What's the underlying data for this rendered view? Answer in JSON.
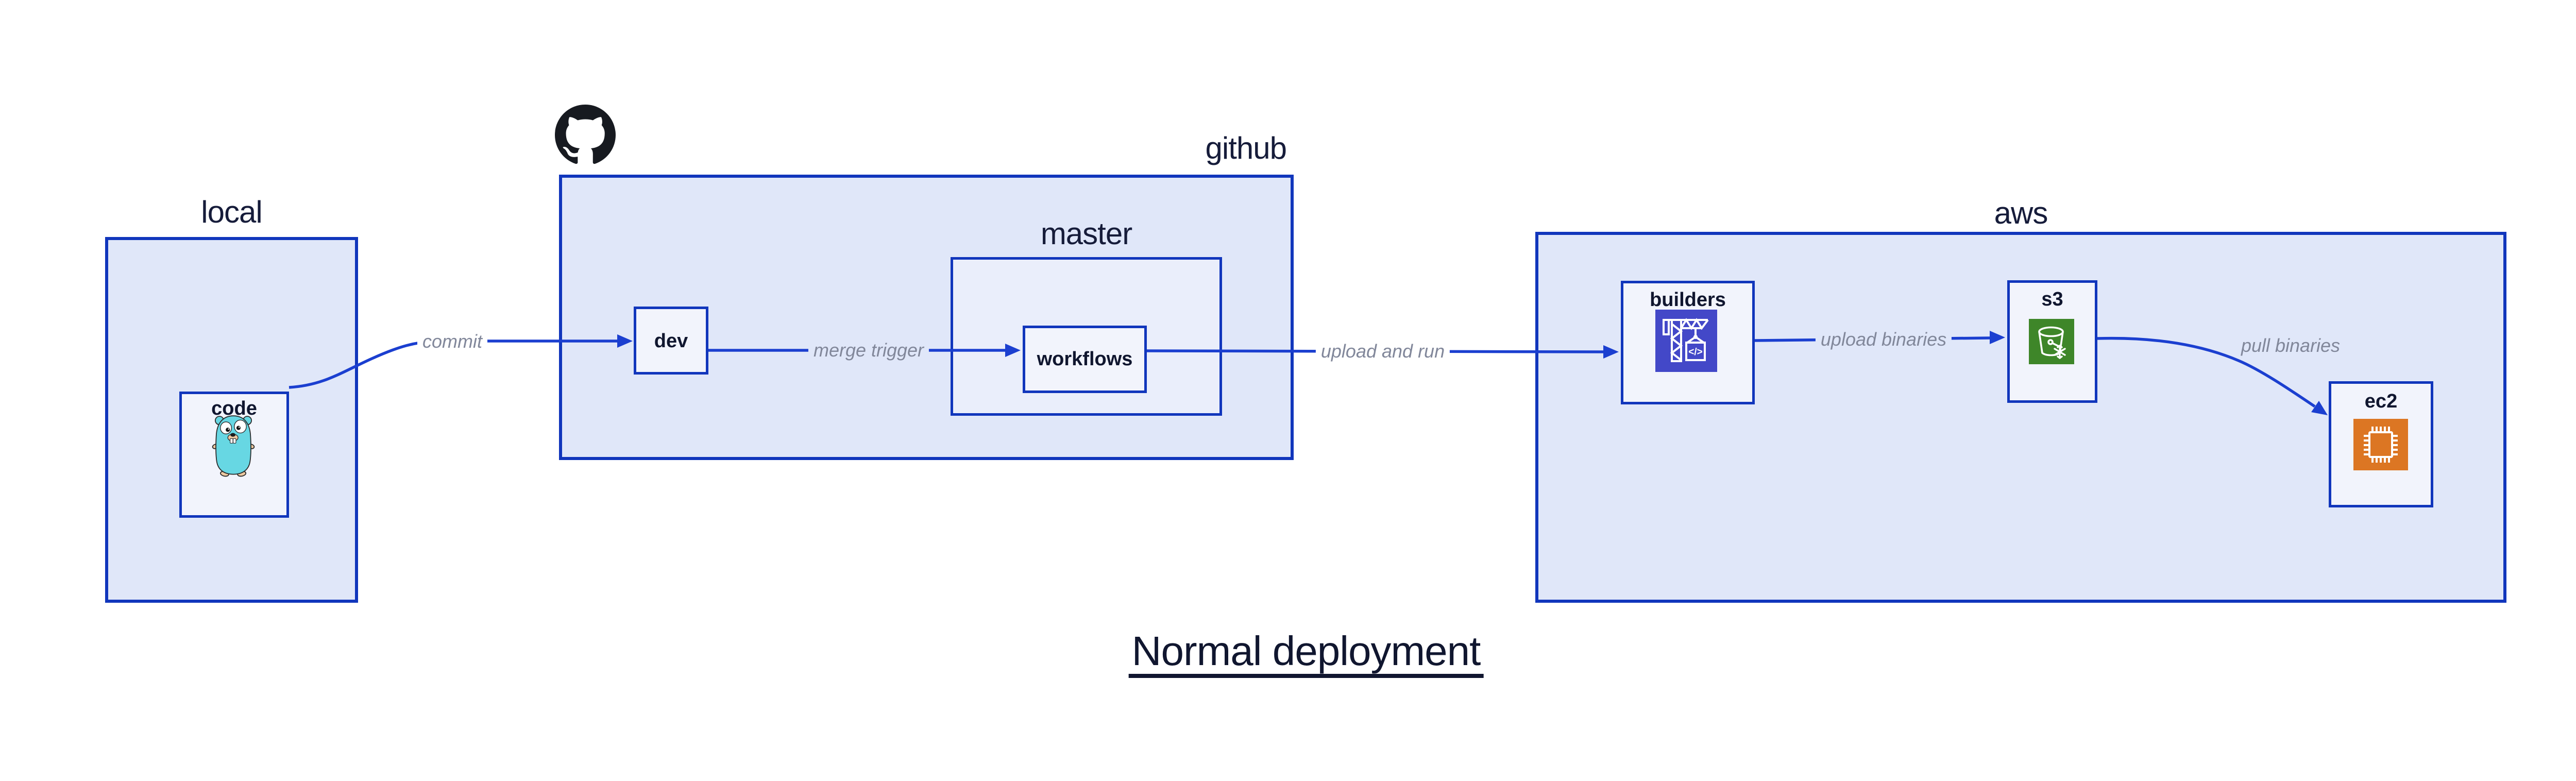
{
  "title": "Normal deployment",
  "colors": {
    "border_blue": "#1136bc",
    "arrow_blue": "#1b3fd0",
    "container_fill": "#e0e7f9",
    "subcontainer_fill": "#eaeefb",
    "node_fill": "#f2f4fc",
    "edge_label_gray": "#81879a",
    "text_navy": "#10162f",
    "codebuild_purple": "#4348c8",
    "s3_green": "#3e8629",
    "ec2_orange": "#dc7623",
    "gopher_teal": "#67d7e3",
    "octocat_black": "#171a20"
  },
  "diagram": {
    "sections": [
      {
        "id": "local",
        "label": "local",
        "nodes": [
          {
            "id": "code",
            "label": "code",
            "icon": "gopher-icon"
          }
        ]
      },
      {
        "id": "github",
        "label": "github",
        "icon": "github-octocat-icon",
        "nodes": [
          {
            "id": "dev",
            "label": "dev"
          }
        ],
        "subsections": [
          {
            "id": "master",
            "label": "master",
            "nodes": [
              {
                "id": "workflows",
                "label": "workflows"
              }
            ]
          }
        ]
      },
      {
        "id": "aws",
        "label": "aws",
        "nodes": [
          {
            "id": "builders",
            "label": "builders",
            "icon": "codebuild-crane-icon",
            "icon_glyph": "</>"
          },
          {
            "id": "s3",
            "label": "s3",
            "icon": "s3-bucket-icon"
          },
          {
            "id": "ec2",
            "label": "ec2",
            "icon": "ec2-chip-icon"
          }
        ]
      }
    ],
    "edges": [
      {
        "from": "code",
        "to": "dev",
        "label": "commit"
      },
      {
        "from": "dev",
        "to": "workflows",
        "label": "merge trigger"
      },
      {
        "from": "workflows",
        "to": "builders",
        "label": "upload and run"
      },
      {
        "from": "builders",
        "to": "s3",
        "label": "upload binaries"
      },
      {
        "from": "s3",
        "to": "ec2",
        "label": "pull binaries"
      }
    ]
  }
}
